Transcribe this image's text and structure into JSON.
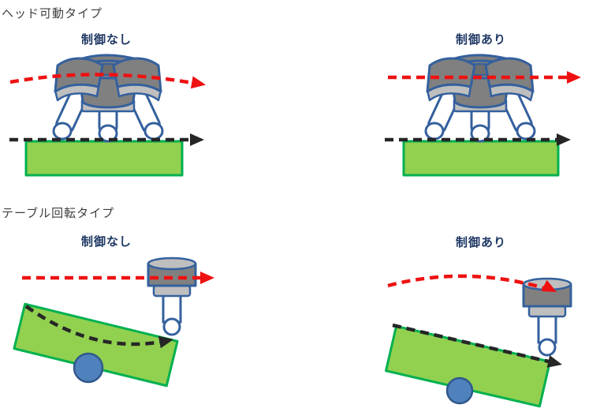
{
  "sections": [
    {
      "title": "ヘッド可動タイプ",
      "panels": [
        {
          "label": "制御なし",
          "tool_path": "curved",
          "workpiece_path": "straight"
        },
        {
          "label": "制御あり",
          "tool_path": "straight",
          "workpiece_path": "straight"
        }
      ]
    },
    {
      "title": "テーブル回転タイプ",
      "panels": [
        {
          "label": "制御なし",
          "tool_path": "straight",
          "workpiece_path": "curved"
        },
        {
          "label": "制御あり",
          "tool_path": "curved",
          "workpiece_path": "straight"
        }
      ]
    }
  ],
  "icons": {
    "machining-head": "tilting multi-leg machining head",
    "spindle": "vertical spindle with ball-nose tool",
    "workpiece": "green workpiece block",
    "rotary-table": "tilted green rotary table",
    "pivot": "blue pivot ball",
    "tool-path": "red dashed arrow",
    "surface-path": "black dashed arrow"
  },
  "colors": {
    "background": "#ffffff",
    "red-path": "#ee1111",
    "black-path": "#262626",
    "workpiece-fill": "#92d050",
    "workpiece-stroke": "#00b050",
    "machine-outline": "#34609d",
    "machine-gray": "#808080",
    "machine-gray-darker": "#6e6e6e",
    "machine-gray-light": "#bfbfbf",
    "pivot-fill": "#4f81bd",
    "pivot-stroke": "#30588c",
    "label-navy": "#1f3864",
    "title-gray": "#3f3f3f"
  }
}
